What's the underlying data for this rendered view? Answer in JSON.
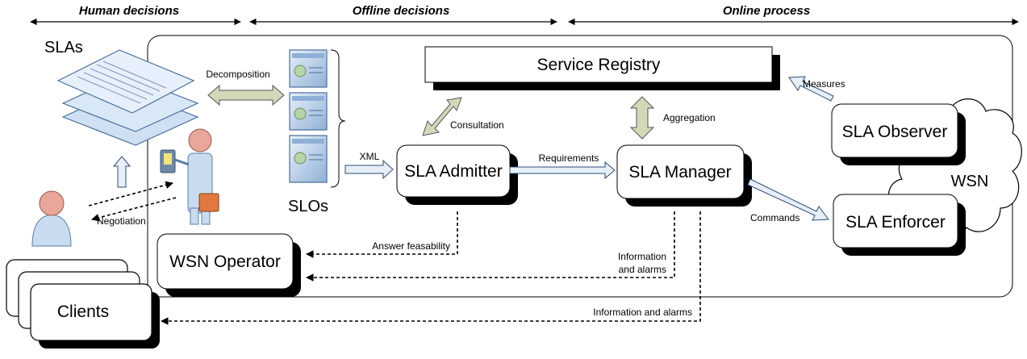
{
  "phases": {
    "human": "Human decisions",
    "offline": "Offline decisions",
    "online": "Online process"
  },
  "boxes": {
    "service_registry": "Service Registry",
    "sla_admitter": "SLA Admitter",
    "sla_manager": "SLA Manager",
    "sla_observer": "SLA Observer",
    "sla_enforcer": "SLA Enforcer",
    "wsn_operator": "WSN Operator",
    "clients": "Clients"
  },
  "labels": {
    "slas": "SLAs",
    "slos": "SLOs",
    "wsn": "WSN",
    "decomposition": "Decomposition",
    "negotiation": "Negotiation",
    "xml": "XML",
    "consultation": "Consultation",
    "aggregation": "Aggregation",
    "requirements": "Requirements",
    "measures": "Measures",
    "commands": "Commands",
    "answer_feasability": "Answer feasability",
    "info_alarms_line1": "Information",
    "info_alarms_line2": "and alarms",
    "info_alarms_clients": "Information and alarms"
  },
  "colors": {
    "box_fill": "#ffffff",
    "box_shadow": "#000000",
    "doc_fill": "#dbe9f8",
    "doc_stroke": "#4a6f9c",
    "fat_arrow_fill": "#d2d9b8",
    "thin_arrow_fill": "#e6eef8",
    "person_body": "#c9dcef",
    "person_head": "#e8a79a"
  }
}
